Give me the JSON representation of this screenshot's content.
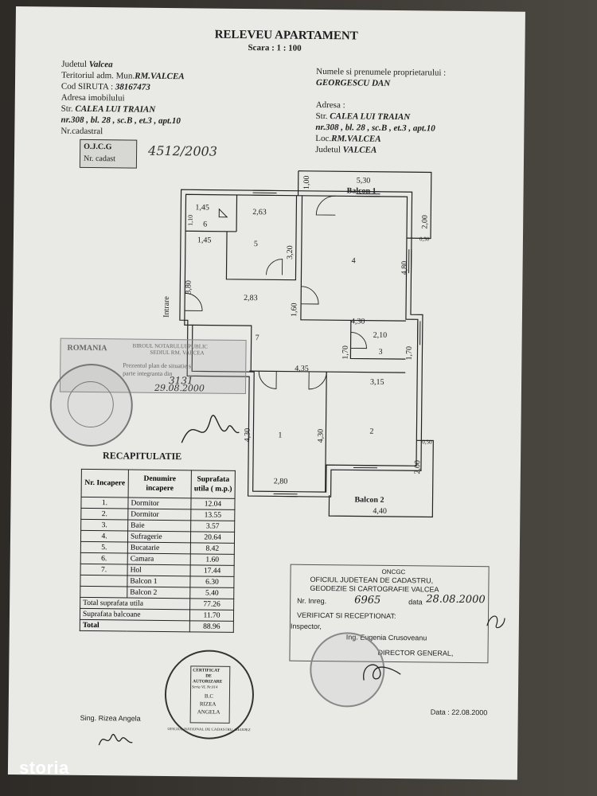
{
  "title": "RELEVEU APARTAMENT",
  "scale": "Scara : 1 : 100",
  "left_info": {
    "judet_label": "Judetul",
    "judet": "Valcea",
    "teritoriu_label": "Teritoriul adm. Mun.",
    "teritoriu": "RM.VALCEA",
    "siruta_label": "Cod SIRUTA :",
    "siruta": "38167473",
    "adresa_label": "Adresa imobilului",
    "str_label": "Str.",
    "str": "CALEA LUI TRAIAN",
    "nr_line": "nr.308 , bl. 28 , sc.B , et.3 , apt.10",
    "cadastral": "Nr.cadastral"
  },
  "right_info": {
    "owner_label": "Numele si prenumele proprietarului :",
    "owner": "GEORGESCU DAN",
    "adresa_label": "Adresa :",
    "str_label": "Str.",
    "str": "CALEA LUI TRAIAN",
    "nr_line": "nr.308 , bl. 28 , sc.B , et.3 , apt.10",
    "loc_label": "Loc.",
    "loc": "RM.VALCEA",
    "judet_label": "Judetul",
    "judet": "VALCEA"
  },
  "ojcg_stamp": {
    "line1": "O.J.C.G",
    "line2": "Nr. cadast",
    "handwritten": "4512/2003"
  },
  "plan": {
    "balcon1": "Balcon 1",
    "balcon2": "Balcon 2",
    "intrare": "Intrare",
    "dims": {
      "d530": "5,30",
      "d100": "1,00",
      "d200a": "2,00",
      "d050a": "0,50",
      "d145a": "1,45",
      "d110": "1,10",
      "d263": "2,63",
      "d145b": "1,45",
      "d320": "3,20",
      "d480": "4,80",
      "d380": "3,80",
      "d283": "2,83",
      "d160": "1,60",
      "d430a": "4,30",
      "d210": "2,10",
      "d170a": "1,70",
      "d170b": "1,70",
      "d435": "4,35",
      "d315": "3,15",
      "d430b": "4,30",
      "d430c": "4,30",
      "d280": "2,80",
      "d200b": "2,00",
      "d050b": "0,50",
      "d440": "4,40"
    },
    "rooms": [
      "1",
      "2",
      "3",
      "4",
      "5",
      "6",
      "7"
    ]
  },
  "recap": {
    "title": "RECAPITULATIE",
    "headers": [
      "Nr. Incapere",
      "Denumire incapere",
      "Suprafata utila ( m.p.)"
    ],
    "rows": [
      [
        "1.",
        "Dormitor",
        "12.04"
      ],
      [
        "2.",
        "Dormitor",
        "13.55"
      ],
      [
        "3.",
        "Baie",
        "3.57"
      ],
      [
        "4.",
        "Sufragerie",
        "20.64"
      ],
      [
        "5.",
        "Bucatarie",
        "8.42"
      ],
      [
        "6.",
        "Camara",
        "1.60"
      ],
      [
        "7.",
        "Hol",
        "17.44"
      ],
      [
        "",
        "Balcon 1",
        "6.30"
      ],
      [
        "",
        "Balcon 2",
        "5.40"
      ]
    ],
    "totals": [
      [
        "Total suprafata utila",
        "77.26"
      ],
      [
        "Suprafata balcoane",
        "11.70"
      ],
      [
        "Total",
        "88.96"
      ]
    ]
  },
  "romania_stamp": {
    "line1": "ROMANIA",
    "line2": "BIROUL NOTARULUI PUBLIC",
    "line3": "SEDIUL RM. VALCEA",
    "line4": "Prezentul plan de situatie si",
    "line5": "parte integranta din",
    "nr": "3131",
    "date": "29.08.2000"
  },
  "oncgc": {
    "line1": "ONCGC",
    "line2": "OFICIUL JUDETEAN DE CADASTRU,",
    "line3": "GEODEZIE SI CARTOGRAFIE VALCEA",
    "inreg_label": "Nr. Inreg.",
    "inreg": "6965",
    "data_label": "data",
    "data": "28.08.2000",
    "verificat": "VERIFICAT SI RECEPTIONAT:",
    "inspector_label": "Inspector,",
    "inspector": "Ing. Eugenia Crusoveanu",
    "director": "DIRECTOR GENERAL,"
  },
  "cert_stamp": {
    "line1": "CERTIFICAT",
    "line2": "DE",
    "line3": "AUTORIZARE",
    "line4": "Seria VL Nr.014",
    "line5": "B.C",
    "line6": "RIZEA",
    "line7": "ANGELA",
    "ring": "OFICIUL NATIONAL DE CADASTRU, GEODEZIE SI CARTOGRAFIE · ROMANIA"
  },
  "footer": {
    "sing": "Sing. Rizea Angela",
    "date": "Data : 22.08.2000"
  },
  "watermark": "storia"
}
